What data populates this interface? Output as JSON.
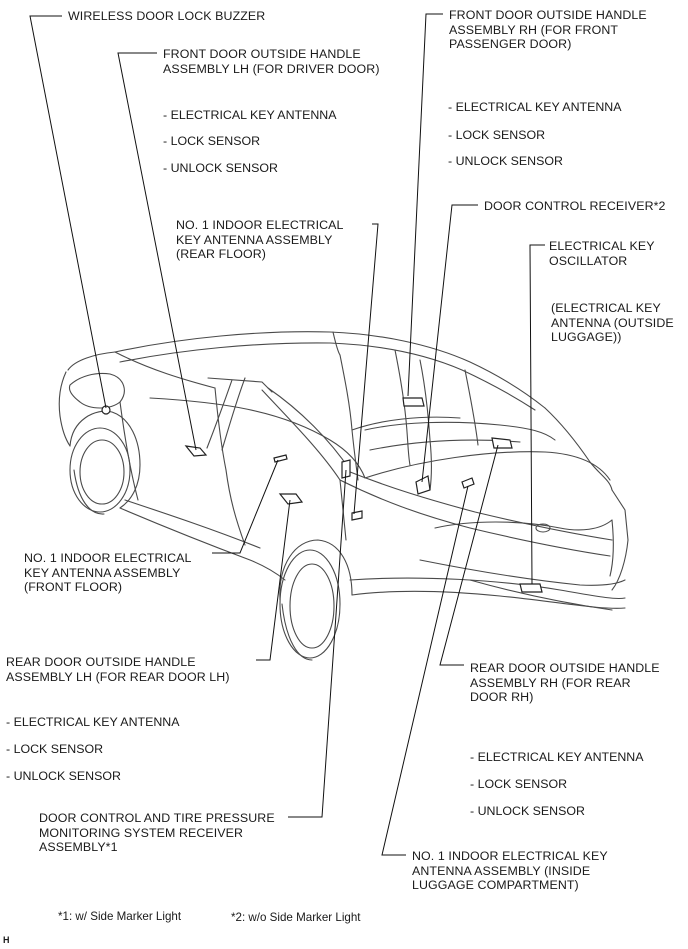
{
  "labels": {
    "wireless_buzzer": "WIRELESS DOOR LOCK BUZZER",
    "front_lh": [
      "FRONT DOOR OUTSIDE HANDLE",
      "ASSEMBLY LH (FOR DRIVER DOOR)"
    ],
    "front_rh": [
      "FRONT DOOR OUTSIDE HANDLE",
      "ASSEMBLY RH (FOR FRONT",
      "PASSENGER DOOR)"
    ],
    "rear_floor": [
      "NO. 1 INDOOR ELECTRICAL",
      "KEY ANTENNA ASSEMBLY",
      "(REAR FLOOR)"
    ],
    "door_control_receiver": "DOOR CONTROL RECEIVER*2",
    "key_oscillator": [
      "ELECTRICAL KEY",
      "OSCILLATOR"
    ],
    "outside_luggage": [
      "(ELECTRICAL KEY",
      "ANTENNA (OUTSIDE",
      "LUGGAGE))"
    ],
    "front_floor": [
      "NO. 1 INDOOR ELECTRICAL",
      "KEY ANTENNA ASSEMBLY",
      "(FRONT FLOOR)"
    ],
    "rear_lh": [
      "REAR DOOR OUTSIDE HANDLE",
      "ASSEMBLY LH (FOR REAR DOOR LH)"
    ],
    "rear_rh": [
      "REAR DOOR OUTSIDE HANDLE",
      "ASSEMBLY RH (FOR REAR",
      "DOOR RH)"
    ],
    "tpms_receiver": [
      "DOOR CONTROL AND TIRE PRESSURE",
      "MONITORING  SYSTEM RECEIVER",
      "ASSEMBLY*1"
    ],
    "inside_luggage": [
      "NO. 1 INDOOR ELECTRICAL KEY",
      "ANTENNA ASSEMBLY (INSIDE",
      "LUGGAGE COMPARTMENT)"
    ]
  },
  "sub_items": {
    "front_lh": [
      "- ELECTRICAL KEY ANTENNA",
      "- LOCK SENSOR",
      "- UNLOCK SENSOR"
    ],
    "front_rh": [
      "- ELECTRICAL KEY ANTENNA",
      "- LOCK SENSOR",
      "- UNLOCK SENSOR"
    ],
    "rear_lh": [
      "- ELECTRICAL KEY ANTENNA",
      "- LOCK SENSOR",
      "- UNLOCK SENSOR"
    ],
    "rear_rh": [
      "- ELECTRICAL KEY ANTENNA",
      "- LOCK SENSOR",
      "- UNLOCK SENSOR"
    ]
  },
  "footnotes": {
    "note1": "*1: w/ Side Marker Light",
    "note2": "*2: w/o Side Marker Light"
  },
  "figure_code": "H"
}
